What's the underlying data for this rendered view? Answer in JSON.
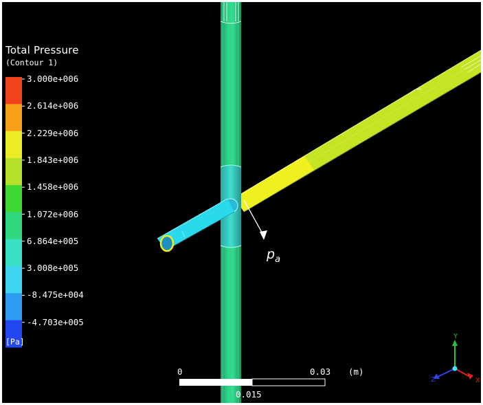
{
  "legend": {
    "title": "Total Pressure",
    "subtitle": "(Contour 1)",
    "unit": "[Pa]",
    "colorbar": [
      {
        "label": "3.000e+006",
        "color": "#f0431c"
      },
      {
        "label": "2.614e+006",
        "color": "#f7a11b"
      },
      {
        "label": "2.229e+006",
        "color": "#ecec25"
      },
      {
        "label": "1.843e+006",
        "color": "#b4e02a"
      },
      {
        "label": "1.458e+006",
        "color": "#3fd732"
      },
      {
        "label": "1.072e+006",
        "color": "#2fd67d"
      },
      {
        "label": "6.864e+005",
        "color": "#3ae0c4"
      },
      {
        "label": "3.008e+005",
        "color": "#3cd4f0"
      },
      {
        "label": "-8.475e+004",
        "color": "#2f9bf3"
      },
      {
        "label": "-4.703e+005",
        "color": "#2247f0"
      }
    ]
  },
  "scale_bar": {
    "start_label": "0",
    "mid_label": "0.015",
    "end_label": "0.03",
    "unit": "(m)"
  },
  "annotation": {
    "base": "p",
    "subscript": "a"
  },
  "triad": {
    "x": "X",
    "y": "Y",
    "z": "Z"
  },
  "colors": {
    "background": "#000000",
    "vertical_pipe": "#27cf82",
    "branch_pipe_upper": "#c6e324",
    "branch_pipe_near_junction": "#eef01f",
    "branch_pipe_lower": "#2bd9ec",
    "tee_body": "#36d3c6"
  }
}
